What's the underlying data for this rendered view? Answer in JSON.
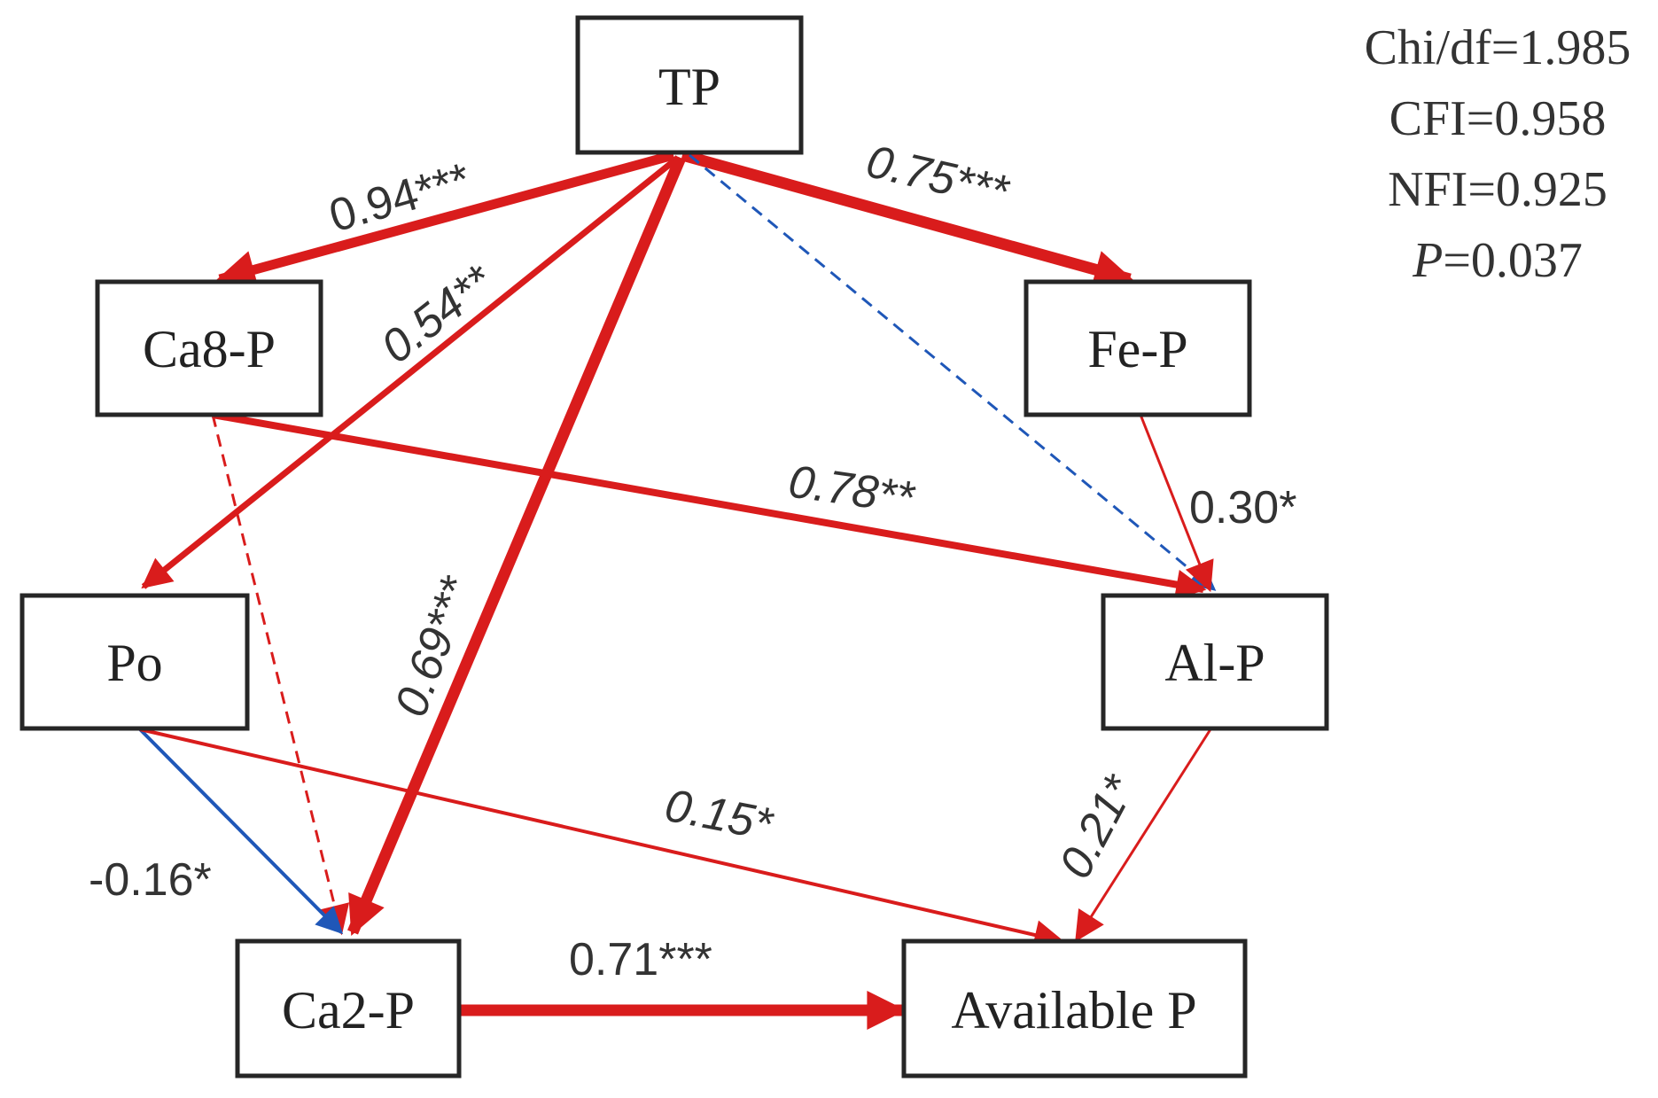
{
  "colors": {
    "positive": "#d91c1c",
    "negative": "#1f57b8",
    "box_border": "#262626",
    "text": "#222222"
  },
  "nodes": {
    "tp": "TP",
    "ca8p": "Ca8-P",
    "fep": "Fe-P",
    "po": "Po",
    "alp": "Al-P",
    "ca2p": "Ca2-P",
    "availp": "Available P"
  },
  "paths": [
    {
      "from": "TP",
      "to": "Ca8-P",
      "coefficient": "0.94***",
      "sign": "positive",
      "significant": true
    },
    {
      "from": "TP",
      "to": "Fe-P",
      "coefficient": "0.75***",
      "sign": "positive",
      "significant": true
    },
    {
      "from": "TP",
      "to": "Po",
      "coefficient": "0.54**",
      "sign": "positive",
      "significant": true
    },
    {
      "from": "TP",
      "to": "Ca2-P",
      "coefficient": "0.69***",
      "sign": "positive",
      "significant": true
    },
    {
      "from": "TP",
      "to": "Al-P",
      "coefficient": "",
      "sign": "negative",
      "significant": false
    },
    {
      "from": "Ca8-P",
      "to": "Al-P",
      "coefficient": "0.78**",
      "sign": "positive",
      "significant": true
    },
    {
      "from": "Ca8-P",
      "to": "Ca2-P",
      "coefficient": "",
      "sign": "positive",
      "significant": false
    },
    {
      "from": "Fe-P",
      "to": "Al-P",
      "coefficient": "0.30*",
      "sign": "positive",
      "significant": true
    },
    {
      "from": "Po",
      "to": "Ca2-P",
      "coefficient": "-0.16*",
      "sign": "negative",
      "significant": true
    },
    {
      "from": "Po",
      "to": "Available P",
      "coefficient": "0.15*",
      "sign": "positive",
      "significant": true
    },
    {
      "from": "Al-P",
      "to": "Available P",
      "coefficient": "0.21*",
      "sign": "positive",
      "significant": true
    },
    {
      "from": "Ca2-P",
      "to": "Available P",
      "coefficient": "0.71***",
      "sign": "positive",
      "significant": true
    }
  ],
  "fit_indices": {
    "chi_df": "Chi/df=1.985",
    "cfi": "CFI=0.958",
    "nfi": "NFI=0.925",
    "p_symbol": "P",
    "p_value": "=0.037"
  }
}
